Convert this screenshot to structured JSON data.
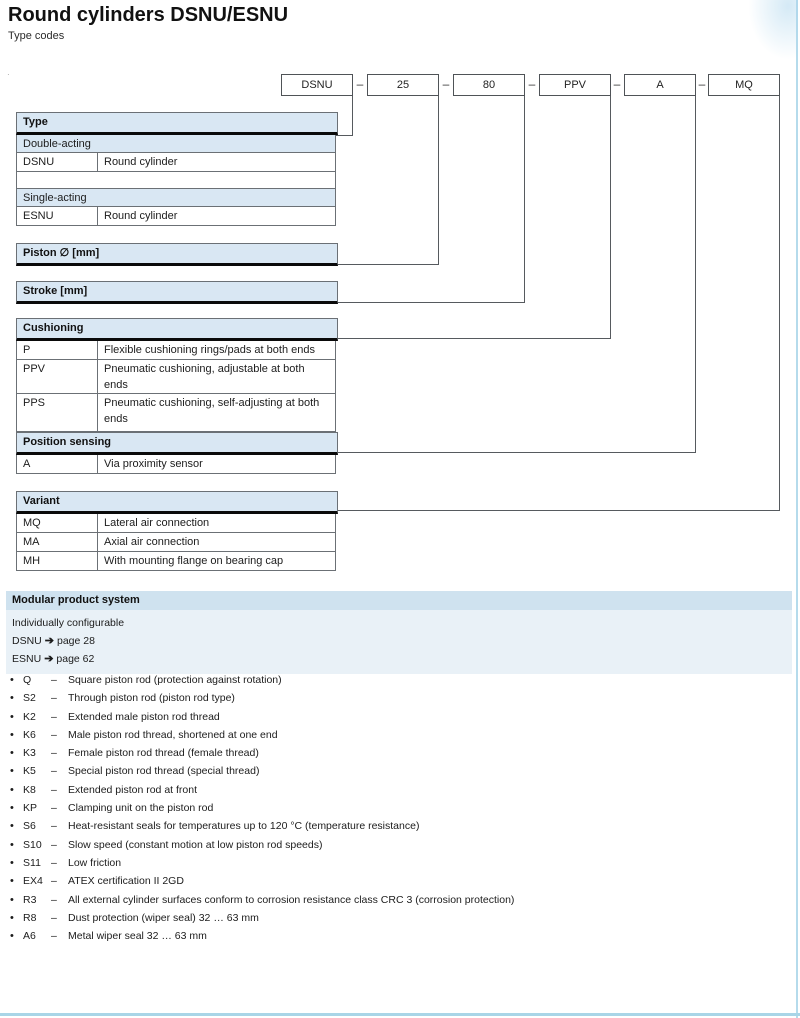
{
  "header": {
    "title": "Round cylinders DSNU/ESNU",
    "subtitle": "Type codes"
  },
  "code_row": {
    "dash": "–",
    "boxes": [
      "DSNU",
      "25",
      "80",
      "PPV",
      "A",
      "MQ"
    ]
  },
  "type_table": {
    "header": "Type",
    "group1": "Double-acting",
    "row1": {
      "code": "DSNU",
      "desc": "Round cylinder"
    },
    "group2": "Single-acting",
    "row2": {
      "code": "ESNU",
      "desc": "Round cylinder"
    }
  },
  "piston_header": "Piston ∅ [mm]",
  "stroke_header": "Stroke [mm]",
  "cushioning_table": {
    "header": "Cushioning",
    "rows": [
      {
        "code": "P",
        "desc": "Flexible cushioning rings/pads at both ends"
      },
      {
        "code": "PPV",
        "desc": "Pneumatic cushioning, adjustable at both ends"
      },
      {
        "code": "PPS",
        "desc": "Pneumatic cushioning, self-adjusting at both ends"
      }
    ]
  },
  "position_table": {
    "header": "Position sensing",
    "rows": [
      {
        "code": "A",
        "desc": "Via proximity sensor"
      }
    ]
  },
  "variant_table": {
    "header": "Variant",
    "rows": [
      {
        "code": "MQ",
        "desc": "Lateral air connection"
      },
      {
        "code": "MA",
        "desc": "Axial air connection"
      },
      {
        "code": "MH",
        "desc": "With mounting flange on bearing cap"
      }
    ]
  },
  "modular_box": {
    "header": "Modular product system",
    "intro": "Individually configurable",
    "links": [
      {
        "name": "DSNU",
        "arrow": "➔",
        "page": "page 28"
      },
      {
        "name": "ESNU",
        "arrow": "➔",
        "page": "page 62"
      }
    ]
  },
  "list_meta": {
    "bullet": "•",
    "dash": "–"
  },
  "options": [
    {
      "code": "Q",
      "desc": "Square piston rod (protection against rotation)"
    },
    {
      "code": "S2",
      "desc": "Through piston rod (piston rod type)"
    },
    {
      "code": "K2",
      "desc": "Extended male piston rod thread"
    },
    {
      "code": "K6",
      "desc": "Male piston rod thread, shortened at one end"
    },
    {
      "code": "K3",
      "desc": "Female piston rod thread (female thread)"
    },
    {
      "code": "K5",
      "desc": "Special piston rod thread (special thread)"
    },
    {
      "code": "K8",
      "desc": "Extended piston rod at front"
    },
    {
      "code": "KP",
      "desc": "Clamping unit on the piston rod"
    },
    {
      "code": "S6",
      "desc": "Heat-resistant seals for temperatures up to 120 °C (temperature resistance)"
    },
    {
      "code": "S10",
      "desc": "Slow speed (constant motion at low piston rod speeds)"
    },
    {
      "code": "S11",
      "desc": "Low friction"
    },
    {
      "code": "EX4",
      "desc": "ATEX certification II 2GD"
    },
    {
      "code": "R3",
      "desc": "All external cylinder surfaces conform to corrosion resistance class CRC 3 (corrosion protection)"
    },
    {
      "code": "R8",
      "desc": "Dust protection (wiper seal) 32 … 63 mm"
    },
    {
      "code": "A6",
      "desc": "Metal wiper seal 32 … 63 mm"
    }
  ],
  "colors": {
    "table_header_blue": "#d9e7f3",
    "modular_header_blue": "#cfe2ef",
    "modular_body_blue": "#e9f1f7",
    "page_edge_blue": "#a9d5e7",
    "thick_rule_black": "#0a0a0a",
    "thin_rule_gray": "#6b7075"
  }
}
